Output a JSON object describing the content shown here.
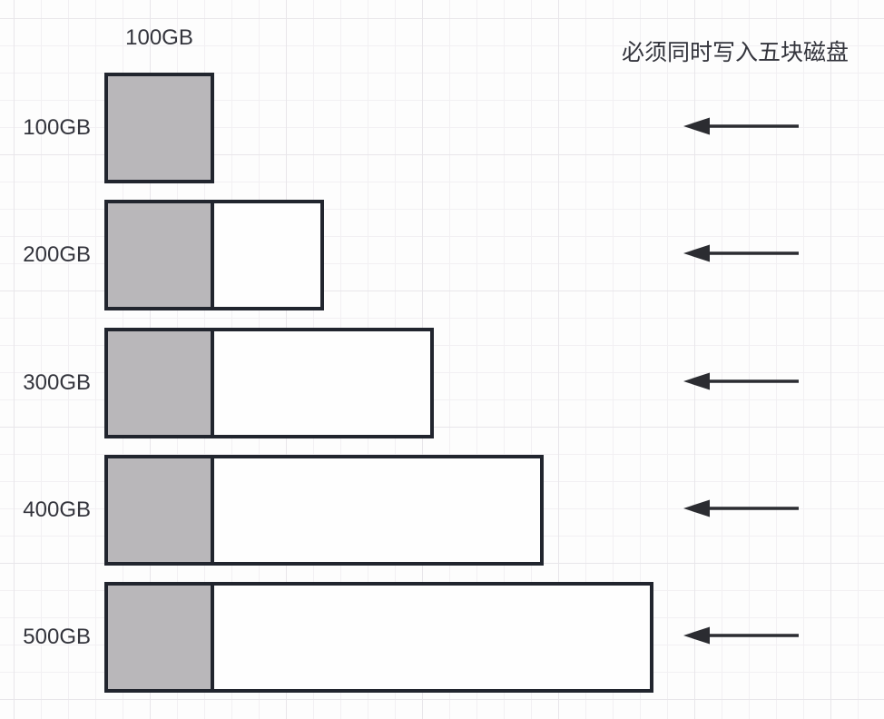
{
  "top_label": "100GB",
  "note": "必须同时写入五块磁盘",
  "arrow_icon": "left-arrow",
  "rows": [
    {
      "label": "100GB",
      "total_gb": 100,
      "written_gb": 100
    },
    {
      "label": "200GB",
      "total_gb": 200,
      "written_gb": 100
    },
    {
      "label": "300GB",
      "total_gb": 300,
      "written_gb": 100
    },
    {
      "label": "400GB",
      "total_gb": 400,
      "written_gb": 100
    },
    {
      "label": "500GB",
      "total_gb": 500,
      "written_gb": 100
    }
  ],
  "colors": {
    "shape_outline": "#21252e",
    "written_fill": "#b9b7ba",
    "free_fill": "#fefefe",
    "text": "#33343c",
    "arrow": "#2b2c31",
    "grid_minor": "#f2f0f3",
    "grid_major": "#e8e6ea",
    "background": "#fdfdfd"
  }
}
